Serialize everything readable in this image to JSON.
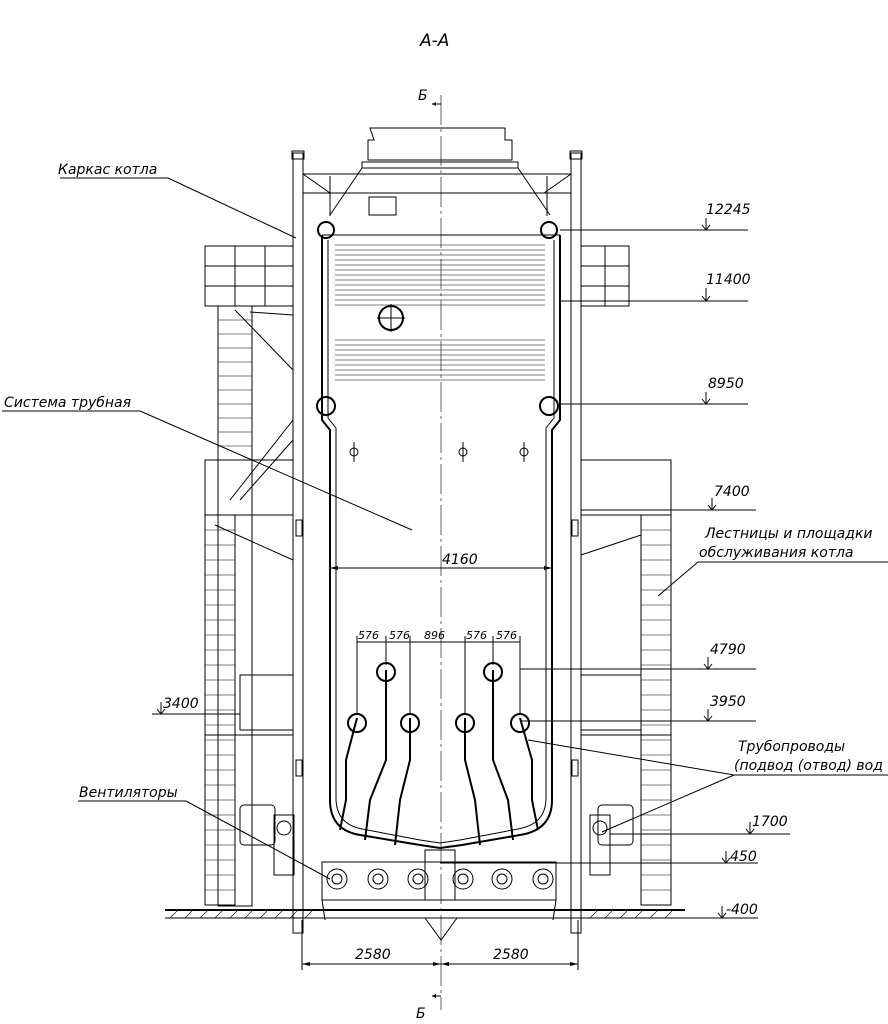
{
  "section_title": "А-А",
  "cut_marks": {
    "top": "Б",
    "bottom": "Б"
  },
  "labels": {
    "frame": "Каркас котла",
    "tube_system": "Система трубная",
    "stairs_line1": "Лестницы и площадки",
    "stairs_line2": "обслуживания котла",
    "pipes_line1": "Трубопроводы",
    "pipes_line2": "(подвод (отвод) вод",
    "fans": "Вентиляторы"
  },
  "elevations": {
    "e12245": "12245",
    "e11400": "11400",
    "e8950": "8950",
    "e7400": "7400",
    "e4790": "4790",
    "e3950": "3950",
    "e3400": "3400",
    "e1700": "1700",
    "e450": "450",
    "em400": "-400"
  },
  "dimensions": {
    "inner_width": "4160",
    "half_left": "2580",
    "half_right": "2580",
    "pipe_spacing": [
      "576",
      "576",
      "896",
      "576",
      "576"
    ]
  }
}
